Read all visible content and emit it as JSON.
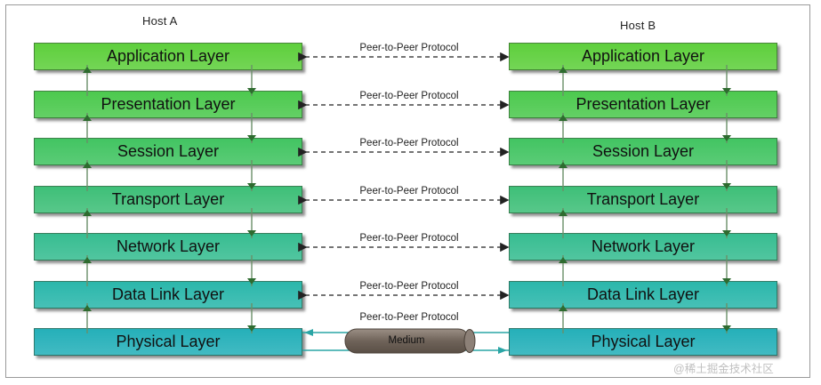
{
  "hosts": {
    "a": "Host A",
    "b": "Host B"
  },
  "layers": [
    {
      "label": "Application Layer",
      "color": "#5ecf3c"
    },
    {
      "label": "Presentation Layer",
      "color": "#4cc94e"
    },
    {
      "label": "Session Layer",
      "color": "#42c462"
    },
    {
      "label": "Transport Layer",
      "color": "#3ebf78"
    },
    {
      "label": "Network Layer",
      "color": "#37bd91"
    },
    {
      "label": "Data Link Layer",
      "color": "#2bb7ab"
    },
    {
      "label": "Physical Layer",
      "color": "#25b0b9"
    }
  ],
  "protocol_label": "Peer-to-Peer Protocol",
  "medium_label": "Medium",
  "watermark": "@稀土掘金技术社区",
  "colors": {
    "arrow_dark": "#2e6b2f",
    "medium_fill": "#7a6d62",
    "medium_cable": "#2aa5a5"
  }
}
